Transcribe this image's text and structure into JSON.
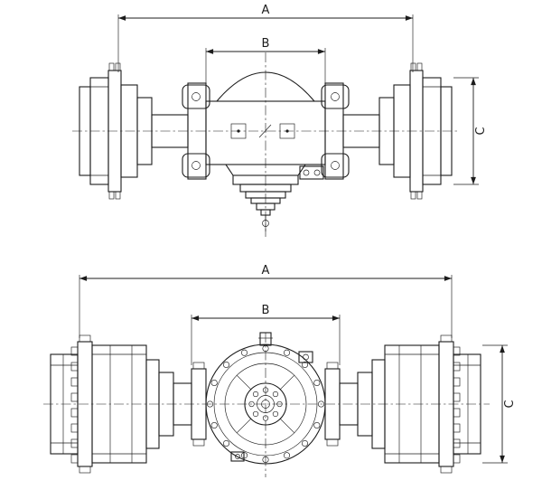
{
  "drawing": {
    "background_color": "#ffffff",
    "line_color": "#1c1c1c",
    "views": {
      "top": {
        "dims": {
          "a": "A",
          "b": "B",
          "c": "C"
        }
      },
      "front": {
        "dims": {
          "a": "A",
          "b": "B",
          "c": "C"
        }
      }
    }
  }
}
